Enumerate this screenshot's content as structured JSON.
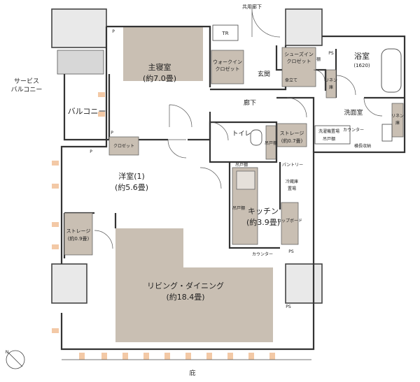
{
  "colors": {
    "room_shade": "#c9bfb3",
    "balcony_shade": "#d7d7d7",
    "column_fill": "#e9e9e9",
    "light_marker": "#f3c9a6",
    "wall": "#333333"
  },
  "labels": {
    "corridor_common": "共用廊下",
    "service_balcony_1": "サービス",
    "service_balcony_2": "バルコニー",
    "balcony": "バルコニー",
    "master_bedroom": "主寝室",
    "master_bedroom_size": "(約7.0畳)",
    "tr": "TR",
    "walkin_closet_1": "ウォークイン",
    "walkin_closet_2": "クロゼット",
    "shoes_closet_1": "シューズイン",
    "shoes_closet_2": "クロゼット",
    "shelf": "棚",
    "umbrella": "傘立て",
    "ps_top": "PS",
    "bathroom": "浴室",
    "bathroom_size": "(1620)",
    "linen_1": "リネン",
    "linen_1b": "庫",
    "entrance": "玄関",
    "hall": "廊下",
    "washroom": "洗面室",
    "linen_2": "リネン",
    "linen_2b": "庫",
    "toilet": "トイレ",
    "hanging_shelf_toilet": "吊戸棚",
    "storage_small": "ストレージ",
    "storage_small_size": "(約0.7畳)",
    "laundry_1": "洗濯機置場",
    "laundry_2": "吊戸棚",
    "counter_wash": "カウンター",
    "towel_storage": "横長収納",
    "closet": "クロゼット",
    "p_1": "P",
    "p_2": "P",
    "p_3": "P",
    "western_room": "洋室(1)",
    "western_room_size": "(約5.6畳)",
    "hanging_shelf_k1": "吊戸棚",
    "pantry": "パントリー",
    "fridge_1": "冷蔵庫",
    "fridge_2": "置場",
    "hanging_shelf_k2": "吊戸棚",
    "kitchen": "キッチン",
    "kitchen_size": "(約3.9畳)",
    "cupboard": "カップボード",
    "counter_kitchen": "カウンター",
    "storage_lr": "ストレージ",
    "storage_lr_size": "(約0.9畳)",
    "ps_mid": "PS",
    "ps_bottom": "PS",
    "living": "リビング・ダイニング",
    "living_size": "(約18.4畳)",
    "garden": "庇",
    "north": "N"
  }
}
